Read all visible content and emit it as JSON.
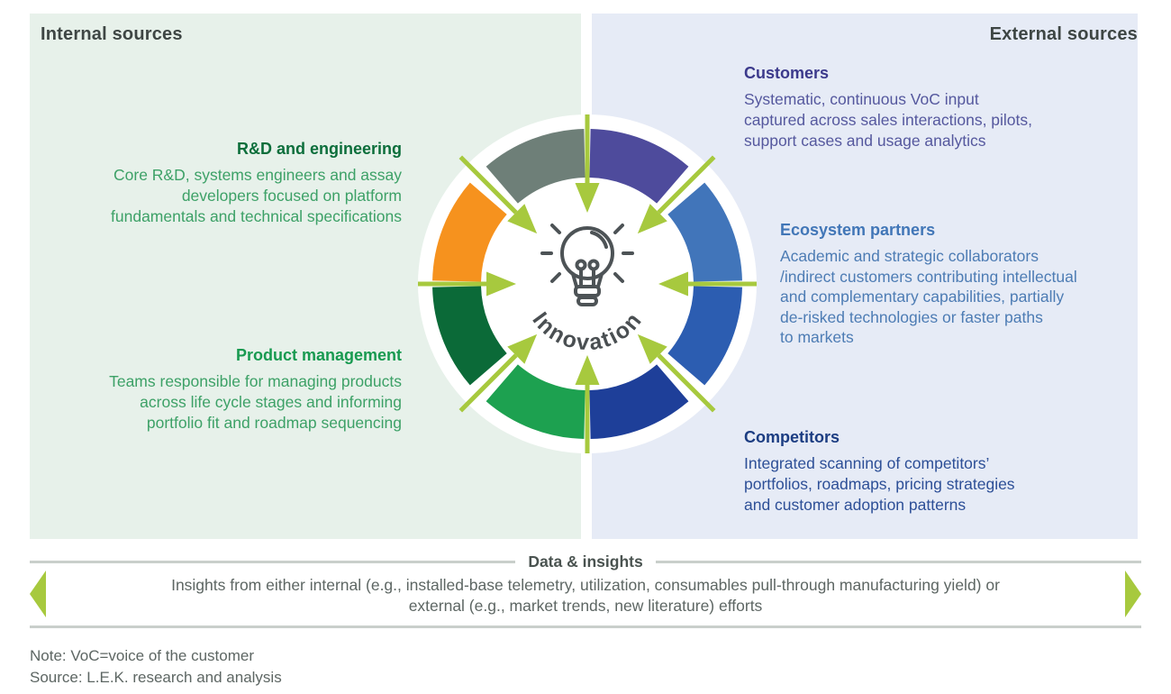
{
  "panels": {
    "internal": {
      "title": "Internal sources",
      "background": "#e7f1ea",
      "sections": [
        {
          "heading": "R&D and engineering",
          "heading_color": "#0c6e3b",
          "body": "Core R&D, systems engineers and assay\ndevelopers focused on platform\nfundamentals and technical specifications",
          "body_color": "#3da167"
        },
        {
          "heading": "Product management",
          "heading_color": "#189a50",
          "body": "Teams responsible for managing products\nacross life cycle stages and informing\nportfolio fit and roadmap sequencing",
          "body_color": "#3da167"
        }
      ]
    },
    "external": {
      "title": "External sources",
      "background": "#e6ebf6",
      "sections": [
        {
          "heading": "Customers",
          "heading_color": "#3c3a8c",
          "body": "Systematic, continuous VoC input\ncaptured across sales interactions, pilots,\nsupport cases and usage analytics",
          "body_color": "#55589e"
        },
        {
          "heading": "Ecosystem partners",
          "heading_color": "#4176b7",
          "body": "Academic and strategic collaborators\n/indirect customers contributing intellectual\nand complementary capabilities, partially\nde-risked technologies or faster paths\nto markets",
          "body_color": "#4d7cb4"
        },
        {
          "heading": "Competitors",
          "heading_color": "#1c3d82",
          "body": "Integrated scanning of competitors’\nportfolios, roadmaps, pricing strategies\nand customer adoption patterns",
          "body_color": "#2d4f97"
        }
      ]
    }
  },
  "hub": {
    "label": "Innovation",
    "label_color": "#4a4f52",
    "icon": "lightbulb-icon",
    "icon_color": "#4d5356",
    "ring": {
      "mid_radius": 145,
      "thickness": 54,
      "white_radius": 188
    },
    "segments": [
      {
        "name": "indigo",
        "color": "#4e4b9c",
        "start_deg": 1.2,
        "end_deg": 40.8
      },
      {
        "name": "steel-blue",
        "color": "#4175ba",
        "start_deg": 49.2,
        "end_deg": 88.8
      },
      {
        "name": "royal-blue",
        "color": "#2c5db1",
        "start_deg": 91.2,
        "end_deg": 130.8
      },
      {
        "name": "navy",
        "color": "#1e3f99",
        "start_deg": 139.2,
        "end_deg": 178.8
      },
      {
        "name": "green",
        "color": "#1da150",
        "start_deg": 181.2,
        "end_deg": 220.8
      },
      {
        "name": "dark-green",
        "color": "#0b6a38",
        "start_deg": 229.2,
        "end_deg": 268.8
      },
      {
        "name": "orange",
        "color": "#f6921e",
        "start_deg": 271.2,
        "end_deg": 310.8
      },
      {
        "name": "slate",
        "color": "#6e7f78",
        "start_deg": 319.2,
        "end_deg": 358.8
      }
    ],
    "arrows": {
      "color": "#a7c93e",
      "angles_deg": [
        0,
        45,
        90,
        135,
        180,
        225,
        270,
        315
      ],
      "tail_radius_cardinal": 188,
      "tail_radius_diagonal": 199,
      "head_base_radius": 112,
      "tip_radius": 79,
      "line_width": 5,
      "head_half_width": 13.5
    }
  },
  "banner": {
    "title": "Data & insights",
    "title_color": "#4a5350",
    "text": "Insights from either internal (e.g., installed-base telemetry, utilization, consumables pull-through manufacturing yield) or\nexternal (e.g., market trends, new literature) efforts",
    "text_color": "#5d6663",
    "line_color": "#c9cfcb",
    "arrow_color": "#a7c93e"
  },
  "footnotes": {
    "note": "Note: VoC=voice of the customer",
    "source": "Source: L.E.K. research and analysis",
    "color": "#5d6663"
  }
}
